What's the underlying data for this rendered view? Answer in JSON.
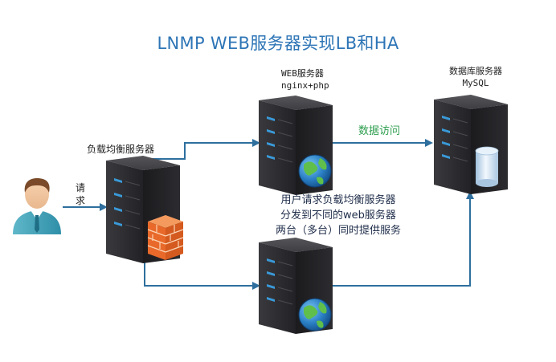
{
  "title": "LNMP WEB服务器实现LB和HA",
  "lb_label": "负载均衡服务器",
  "request_label": "请求",
  "web_label": [
    "WEB服务器",
    "nginx+php"
  ],
  "db_label": [
    "数据库服务器",
    "MySQL"
  ],
  "data_access_label": "数据访问",
  "middle_text": [
    "用户请求负载均衡服务器",
    "分发到不同的web服务器",
    "两台（多台）同时提供服务"
  ],
  "colors": {
    "title": "#2e75b6",
    "arrow": "#2e6f9e",
    "data_access": "#2e9e4f",
    "server_body": "#2f2f33",
    "server_led": "#3a9ad9",
    "firewall": "#e8692a",
    "db_cylinder": "#cfe3f4"
  },
  "icons": [
    "user-icon",
    "server-icon",
    "firewall-icon",
    "globe-icon",
    "database-icon"
  ]
}
